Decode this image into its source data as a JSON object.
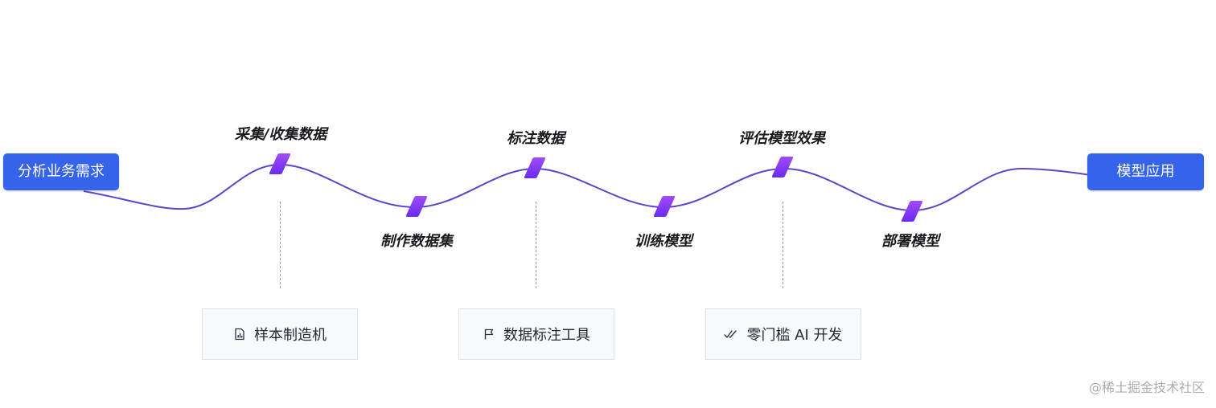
{
  "endpoints": {
    "start": "分析业务需求",
    "end": "模型应用"
  },
  "steps": [
    "采集/收集数据",
    "制作数据集",
    "标注数据",
    "训练模型",
    "评估模型效果",
    "部署模型"
  ],
  "tools": [
    {
      "label": "样本制造机",
      "icon": "document-chart-icon"
    },
    {
      "label": "数据标注工具",
      "icon": "flag-icon"
    },
    {
      "label": "零门槛 AI 开发",
      "icon": "double-check-icon"
    }
  ],
  "watermark": "@稀土掘金技术社区",
  "colors": {
    "endpoint_bg": "#3563e9",
    "wave": "#5b46c9",
    "marker_top": "#a24cf7",
    "marker_bottom": "#6a2bf0",
    "card_bg": "#f7f9fc",
    "card_border": "#dfe4ec"
  }
}
